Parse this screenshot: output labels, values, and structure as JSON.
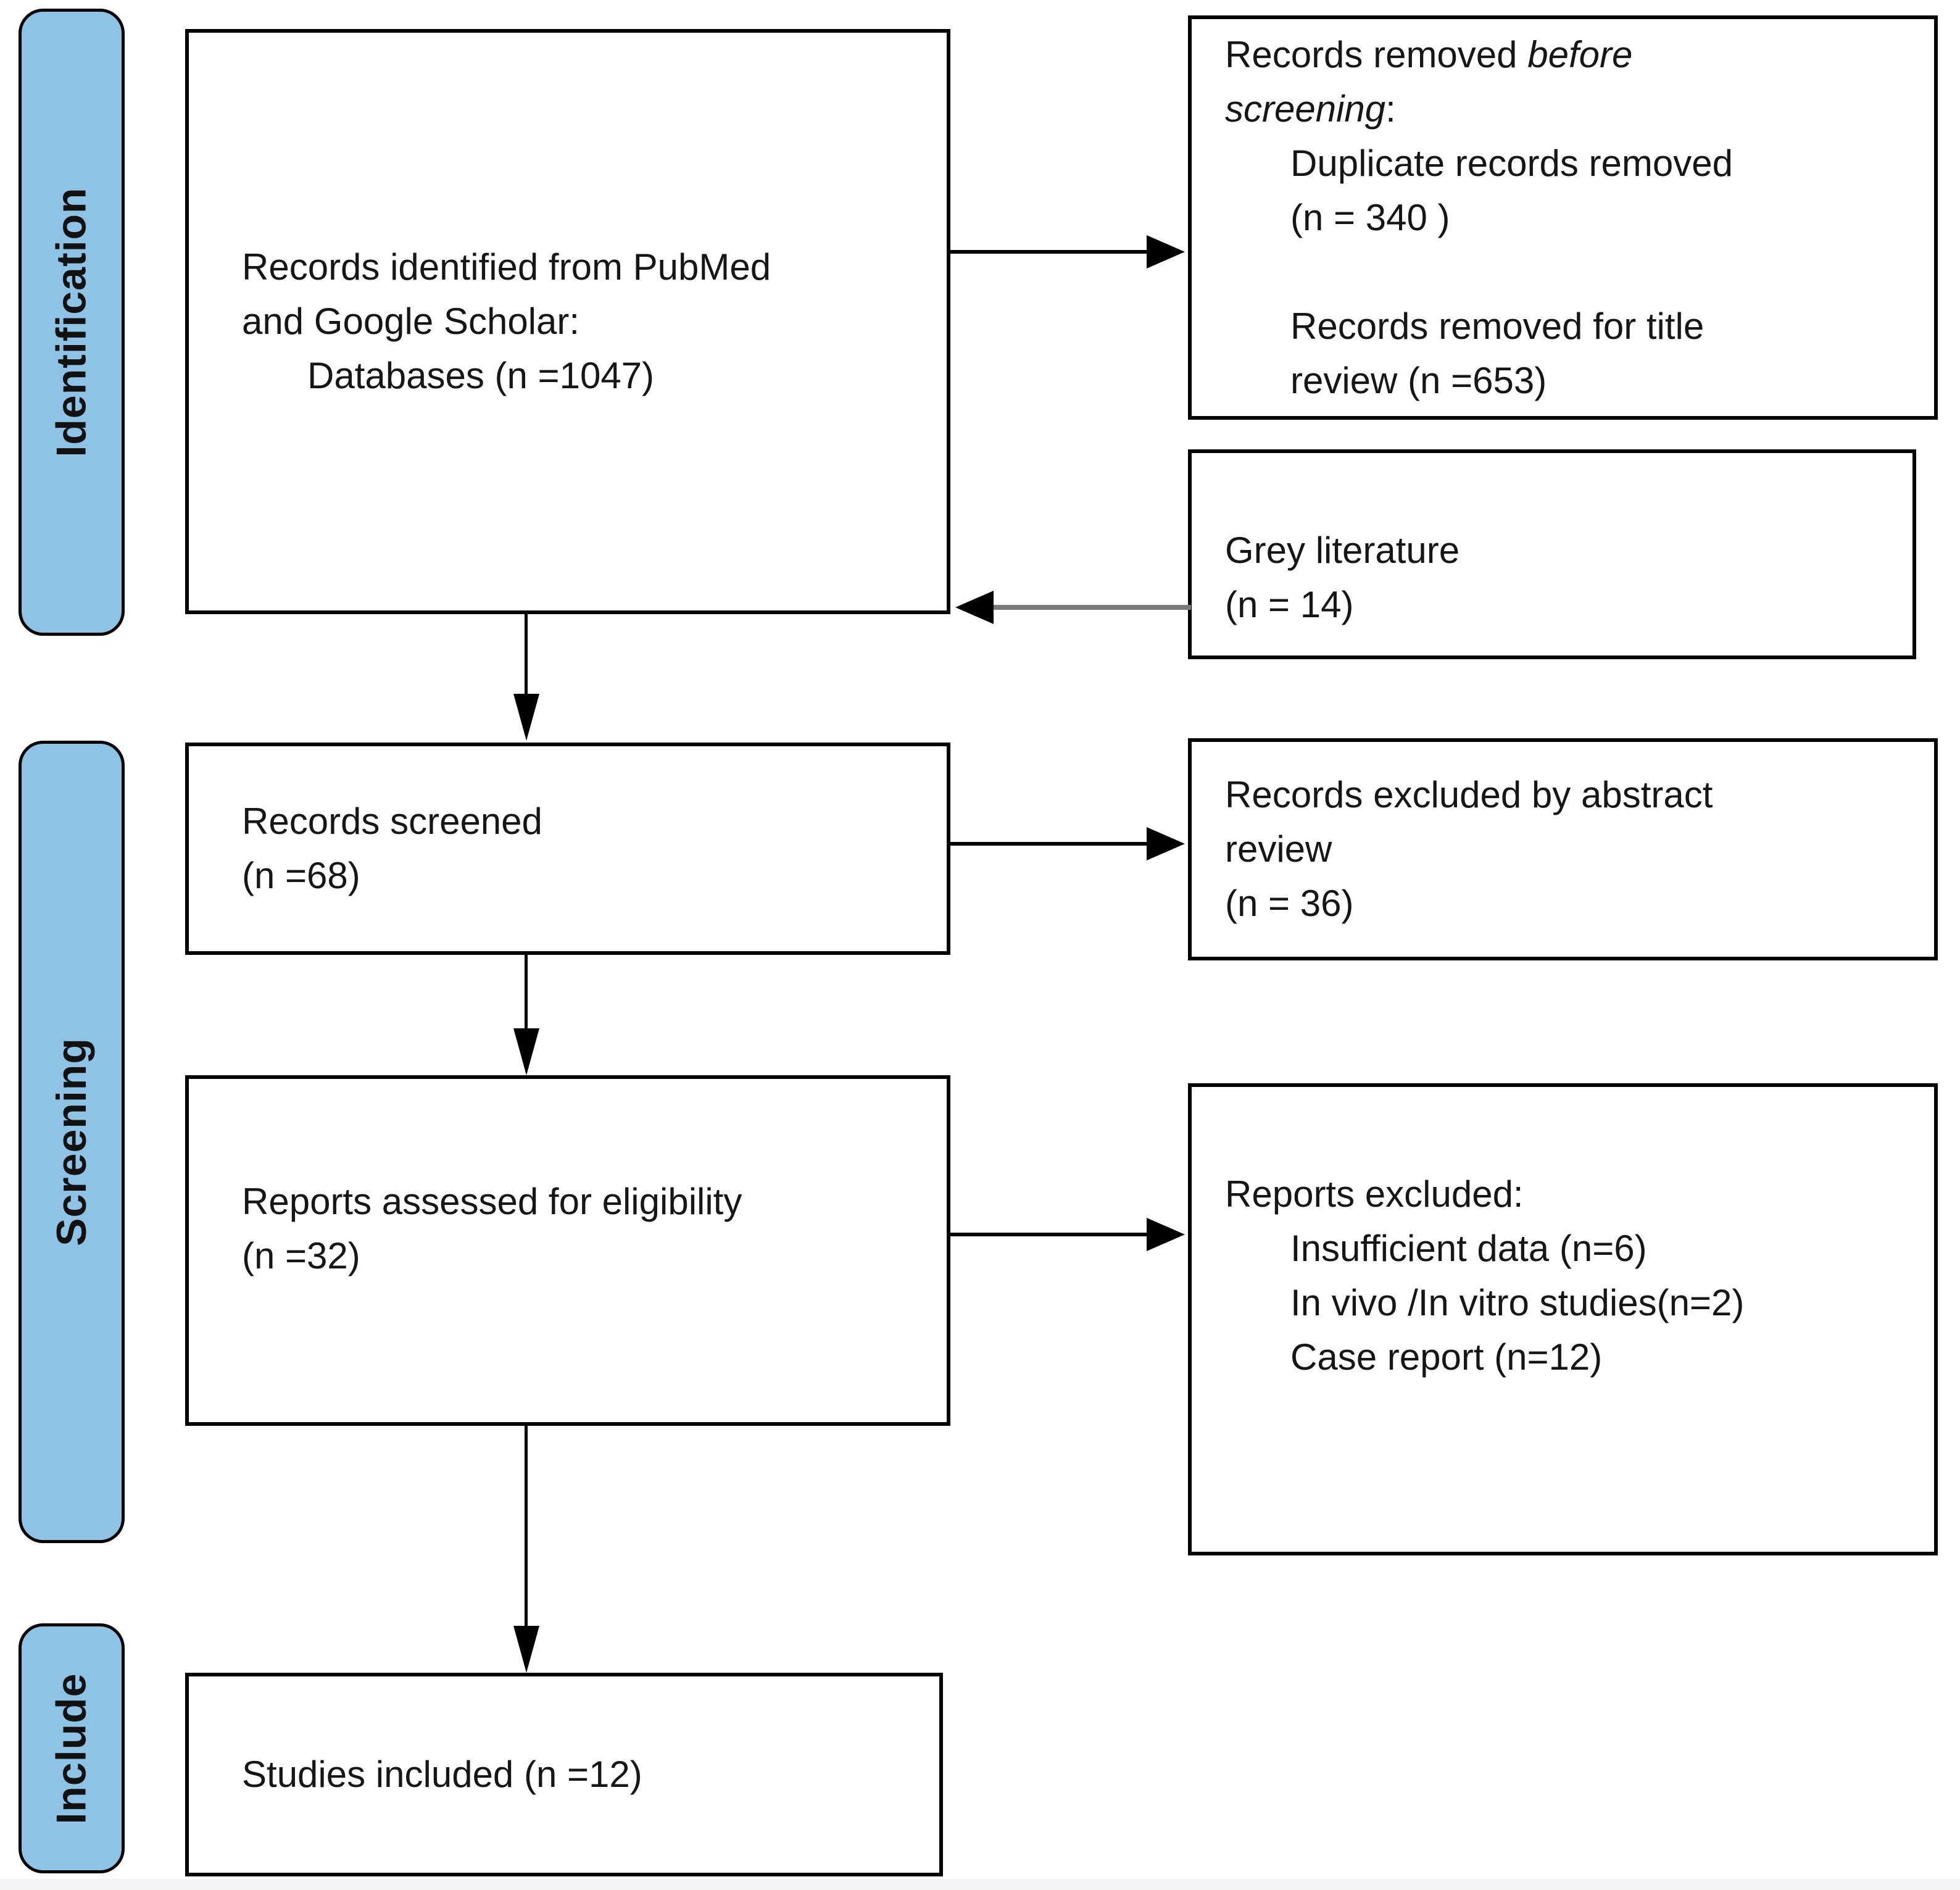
{
  "colors": {
    "sidebar_fill": "#8FC3E6",
    "border": "#000000",
    "grey_line": "#7A7A7A",
    "strip": "#F3F4F6"
  },
  "sidebar": {
    "items": [
      {
        "label": "Identification"
      },
      {
        "label": "Screening"
      },
      {
        "label": "Include"
      }
    ]
  },
  "boxes": {
    "identified": {
      "lines": [
        "Records identified from PubMed",
        "and Google Scholar:"
      ],
      "indented": [
        "Databases (n =1047)"
      ]
    },
    "removed": {
      "title_roman1": "Records removed ",
      "title_italic1": "before",
      "title_italic2": "screening",
      "title_roman2": ":",
      "items": [
        "Duplicate records removed",
        "(n = 340 )",
        "",
        "Records removed for title",
        "review (n =653)"
      ]
    },
    "grey_literature": {
      "lines": [
        "Grey literature",
        "(n = 14)"
      ]
    },
    "screened": {
      "lines": [
        "Records screened",
        "(n =68)"
      ]
    },
    "excluded_abstract": {
      "lines": [
        "Records excluded by abstract",
        "review",
        "(n = 36)"
      ]
    },
    "assessed": {
      "lines": [
        "Reports assessed for eligibility",
        "(n =32)"
      ]
    },
    "reports_excluded": {
      "heading": "Reports excluded:",
      "items": [
        "Insufficient data (n=6)",
        "In vivo /In vitro studies(n=2)",
        "Case report (n=12)"
      ]
    },
    "included": {
      "lines": [
        "Studies included (n =12)"
      ]
    }
  }
}
